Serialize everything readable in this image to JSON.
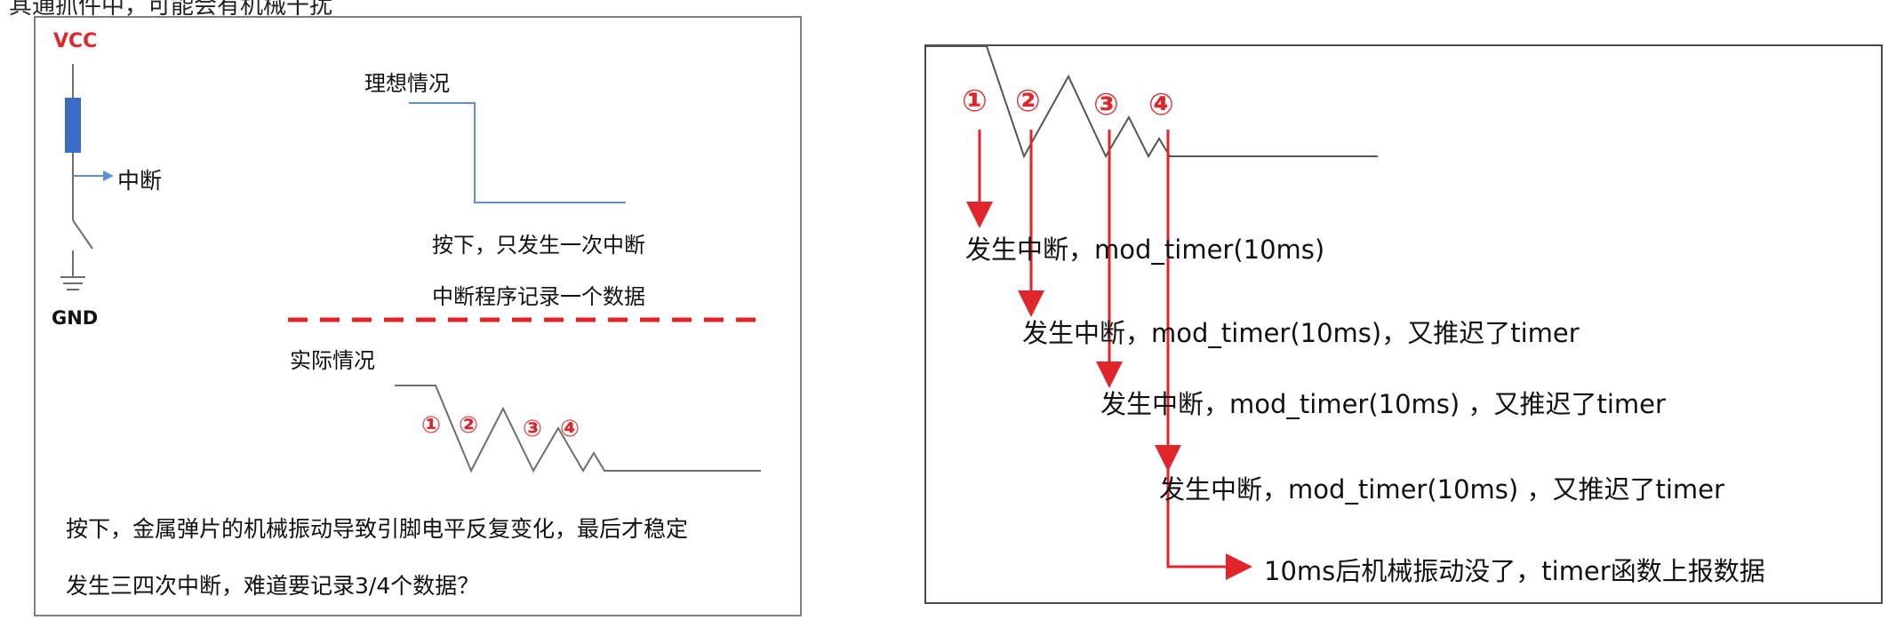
{
  "top_text": "其通抓件中，可能会有机械干扰",
  "left": {
    "circuit": {
      "vcc_label": "VCC",
      "gnd_label": "GND",
      "interrupt_label": "中断"
    },
    "ideal_title": "理想情况",
    "ideal_desc_1": "按下，只发生一次中断",
    "ideal_desc_2": "中断程序记录一个数据",
    "actual_title": "实际情况",
    "markers": [
      "①",
      "②",
      "③",
      "④"
    ],
    "bottom_desc_1": "按下，金属弹片的机械振动导致引脚电平反复变化，最后才稳定",
    "bottom_desc_2": "发生三四次中断，难道要记录3/4个数据？"
  },
  "right": {
    "markers": [
      "①",
      "②",
      "③",
      "④"
    ],
    "step_1": "发生中断，mod_timer(10ms)",
    "step_2": "发生中断，mod_timer(10ms)，又推迟了timer",
    "step_3": "发生中断，mod_timer(10ms) ，又推迟了timer",
    "step_4": "发生中断，mod_timer(10ms) ，又推迟了timer",
    "final": "10ms后机械振动没了，timer函数上报数据"
  },
  "colors": {
    "accent_red": "#e0262a",
    "resistor_blue": "#3b6cc7",
    "signal_blue": "#5b8fd6",
    "line_gray": "#6e6e6e"
  }
}
